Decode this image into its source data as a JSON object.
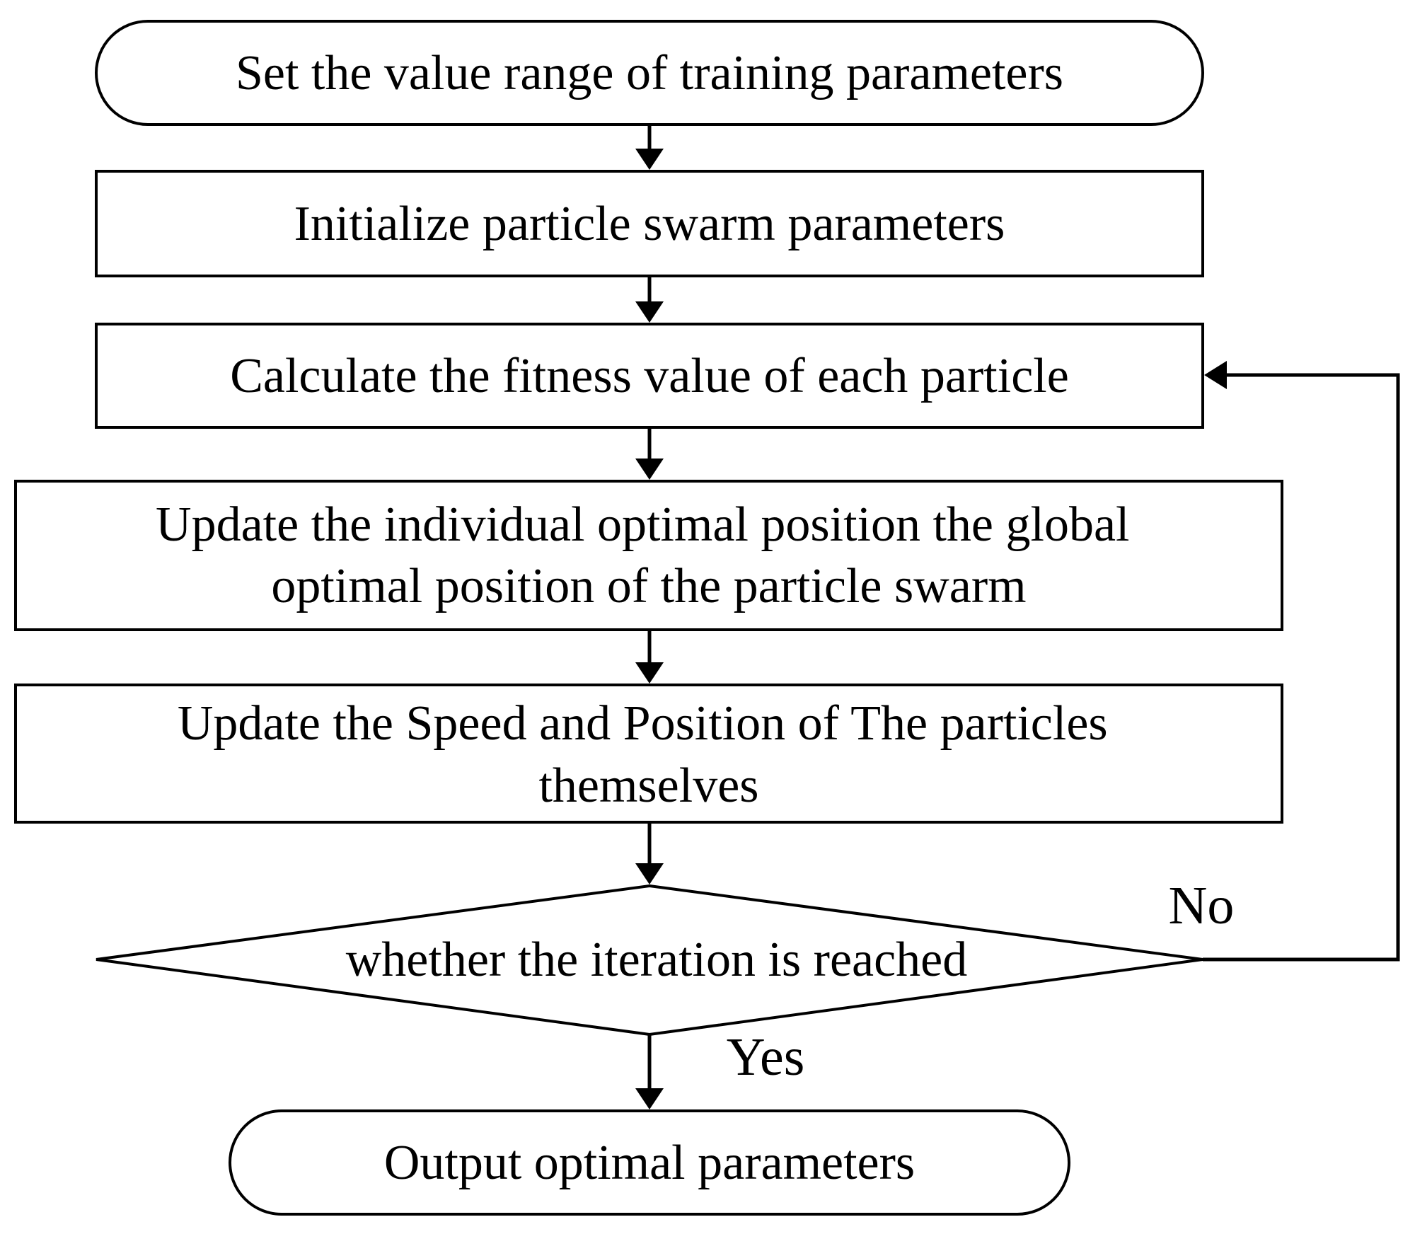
{
  "diagram": {
    "type": "flowchart",
    "nodes": {
      "start": {
        "lines": [
          "Set the value range of training parameters"
        ]
      },
      "init": {
        "lines": [
          "Initialize particle swarm parameters"
        ]
      },
      "fitness": {
        "lines": [
          "Calculate the fitness value of each particle"
        ]
      },
      "update_best": {
        "lines": [
          "Update the individual optimal position the global",
          "optimal position of the particle swarm"
        ]
      },
      "update_speed": {
        "lines": [
          "Update the Speed and Position of The particles",
          "themselves"
        ]
      },
      "decision": {
        "lines": [
          "whether the iteration is reached"
        ]
      },
      "end": {
        "lines": [
          "Output optimal parameters"
        ]
      }
    },
    "edges": {
      "no_label": "No",
      "yes_label": "Yes"
    }
  }
}
